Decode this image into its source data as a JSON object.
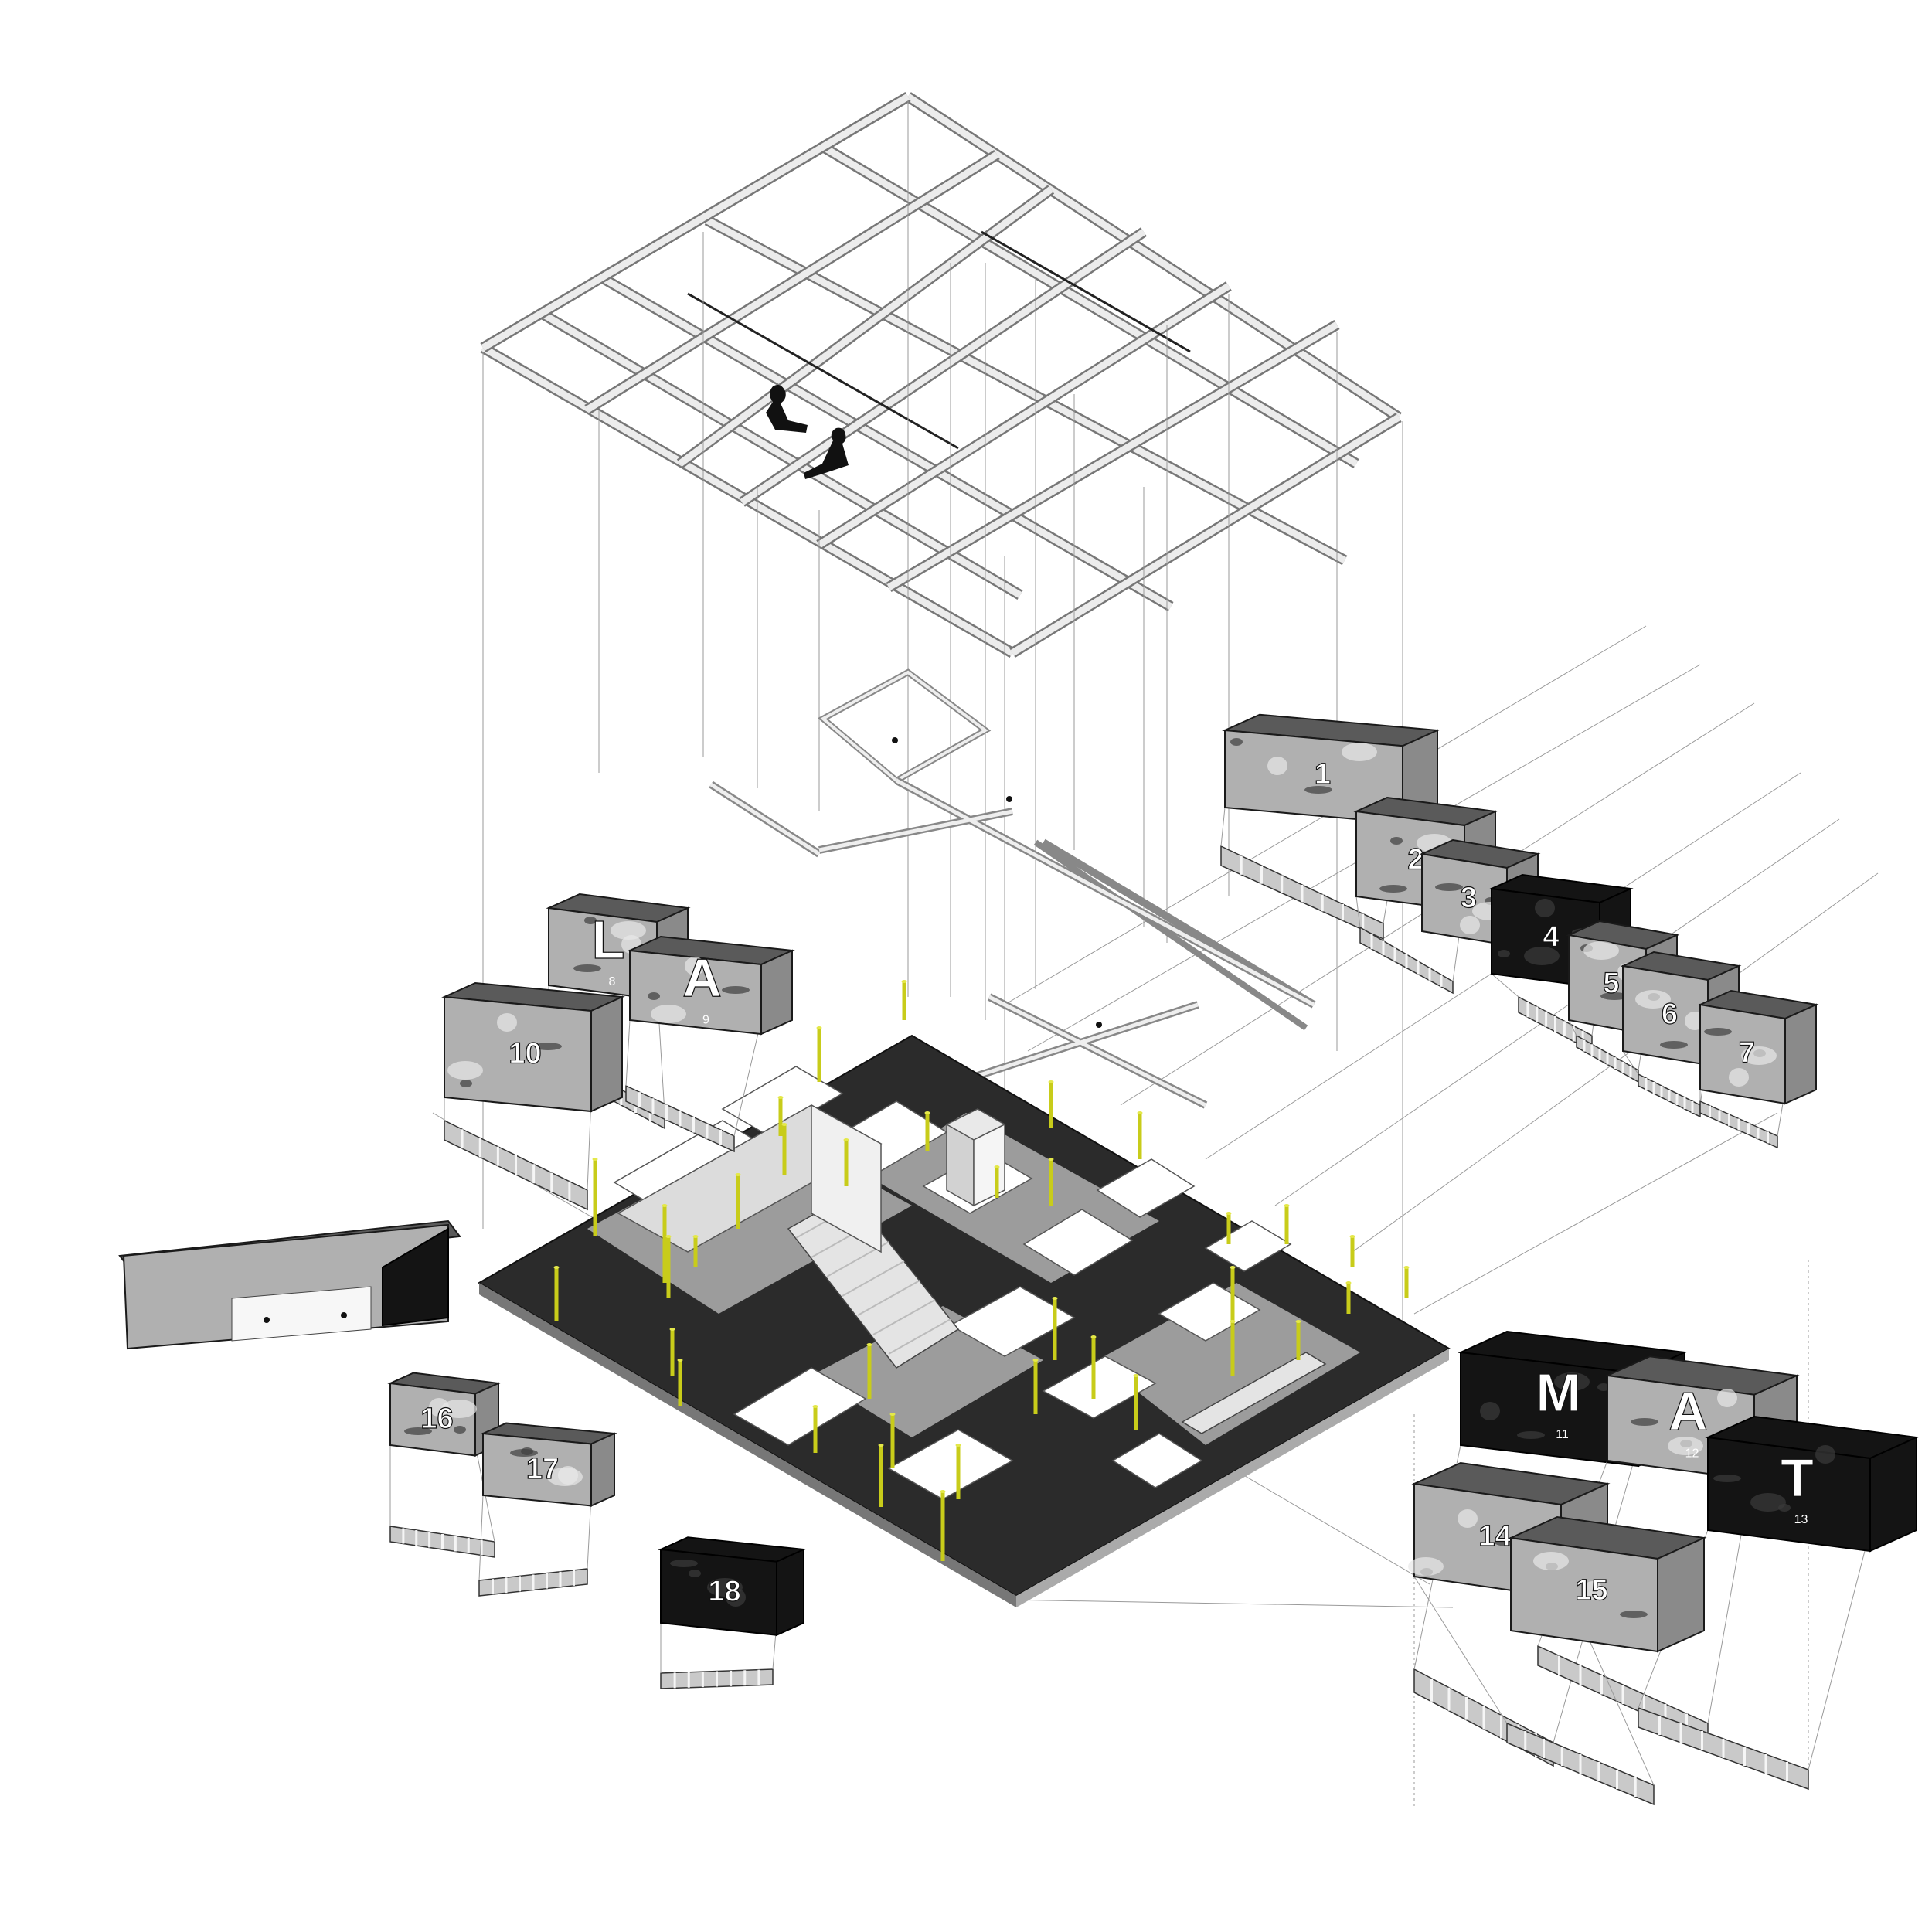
{
  "diagram": {
    "volumes": [
      {
        "id": "v1",
        "number": "1",
        "letter": ""
      },
      {
        "id": "v2",
        "number": "2",
        "letter": ""
      },
      {
        "id": "v3",
        "number": "3",
        "letter": ""
      },
      {
        "id": "v4",
        "number": "4",
        "letter": ""
      },
      {
        "id": "v5",
        "number": "5",
        "letter": ""
      },
      {
        "id": "v6",
        "number": "6",
        "letter": ""
      },
      {
        "id": "v7",
        "number": "7",
        "letter": ""
      },
      {
        "id": "v8",
        "number": "8",
        "letter": "L"
      },
      {
        "id": "v9",
        "number": "9",
        "letter": "A"
      },
      {
        "id": "v10",
        "number": "10",
        "letter": ""
      },
      {
        "id": "v11",
        "number": "11",
        "letter": "M"
      },
      {
        "id": "v12",
        "number": "12",
        "letter": "A"
      },
      {
        "id": "v13",
        "number": "13",
        "letter": "T"
      },
      {
        "id": "v14",
        "number": "14",
        "letter": ""
      },
      {
        "id": "v15",
        "number": "15",
        "letter": ""
      },
      {
        "id": "v16",
        "number": "16",
        "letter": ""
      },
      {
        "id": "v17",
        "number": "17",
        "letter": ""
      },
      {
        "id": "v18",
        "number": "18",
        "letter": ""
      }
    ],
    "colors": {
      "accent_posts": "#c8cc1a",
      "structure": "#777777",
      "ink": "#111111",
      "background": "#ffffff"
    }
  }
}
